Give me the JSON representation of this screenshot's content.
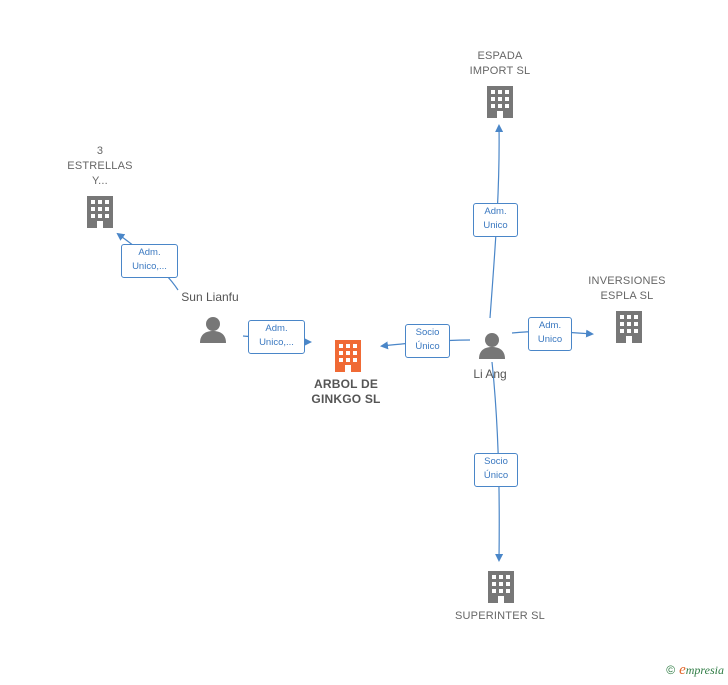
{
  "colors": {
    "edge": "#4a86c8",
    "company": "#777777",
    "main_company": "#f06a35",
    "person": "#777777"
  },
  "companies": {
    "main": {
      "line1": "ARBOL DE",
      "line2": "GINKGO  SL"
    },
    "espada": {
      "line1": "ESPADA",
      "line2": "IMPORT SL"
    },
    "estrellas": {
      "line1": "3",
      "line2": "ESTRELLAS",
      "line3": "Y..."
    },
    "inversiones": {
      "line1": "INVERSIONES",
      "line2": "ESPLA SL"
    },
    "superinter": {
      "line1": "SUPERINTER SL"
    }
  },
  "persons": {
    "sun": {
      "name": "Sun Lianfu"
    },
    "li": {
      "name": "Li Ang"
    }
  },
  "edges": {
    "sun_estrellas": "Adm.\nUnico,...",
    "sun_main": "Adm.\nUnico,...",
    "li_main": "Socio\nÚnico",
    "li_espada": "Adm.\nUnico",
    "li_inversiones": "Adm.\nUnico",
    "li_superinter": "Socio\nÚnico"
  },
  "brand": {
    "copyright": "©",
    "e": "e",
    "rest": "mpresia"
  }
}
